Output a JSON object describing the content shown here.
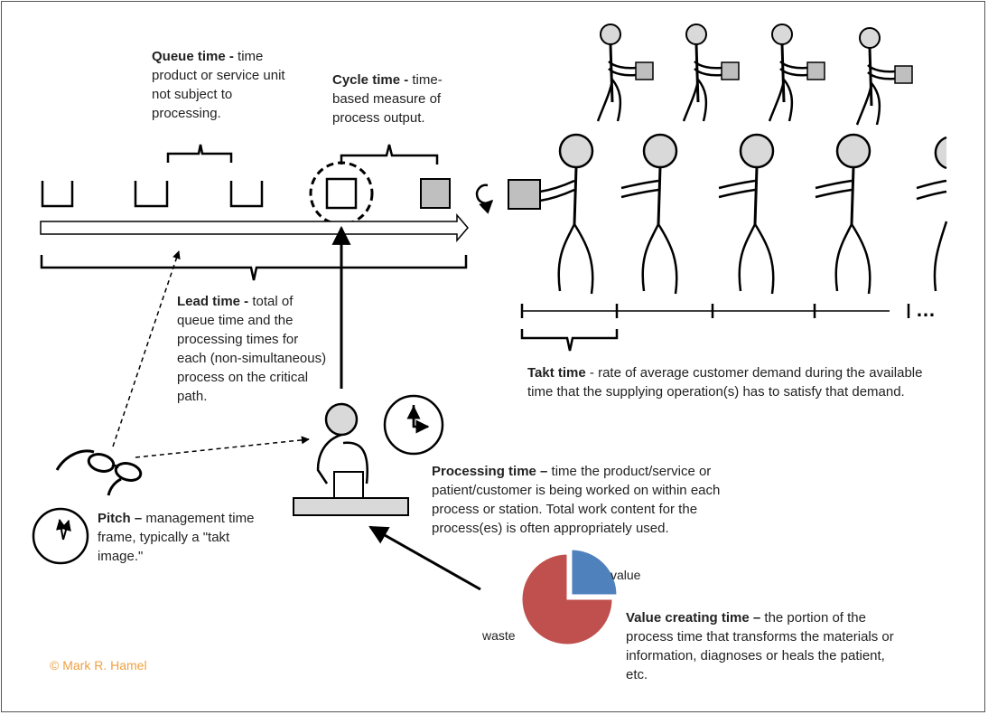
{
  "terms": {
    "queue": {
      "title": "Queue time -",
      "desc": " time product or service unit not subject to processing."
    },
    "cycle": {
      "title": "Cycle time -",
      "desc": " time-based measure of process output."
    },
    "lead": {
      "title": "Lead time -",
      "desc": " total of queue time and the processing times for each (non-simultaneous) process on the critical path."
    },
    "takt": {
      "title": "Takt time",
      "desc": " - rate of average customer demand during the available time that the supplying operation(s) has to satisfy that demand."
    },
    "processing": {
      "title": "Processing time –",
      "desc": " time the product/service or patient/customer is being worked on within each process or station. Total work content for the process(es) is often appropriately used."
    },
    "pitch": {
      "title": "Pitch –",
      "desc": " management time frame, typically a \"takt image.\""
    },
    "value_creating": {
      "title": "Value creating time –",
      "desc": " the portion of the process time that transforms the materials or information, diagnoses or heals the patient, etc."
    }
  },
  "pie": {
    "value_label": "value",
    "waste_label": "waste",
    "value_fraction": 0.25,
    "waste_fraction": 0.75,
    "value_color": "#4f81bd",
    "waste_color": "#c0504d"
  },
  "timeline_ellipsis": "…",
  "copyright": "© Mark R. Hamel",
  "colors": {
    "figure_fill": "#d9d9d9",
    "copyright": "#f0a040"
  }
}
